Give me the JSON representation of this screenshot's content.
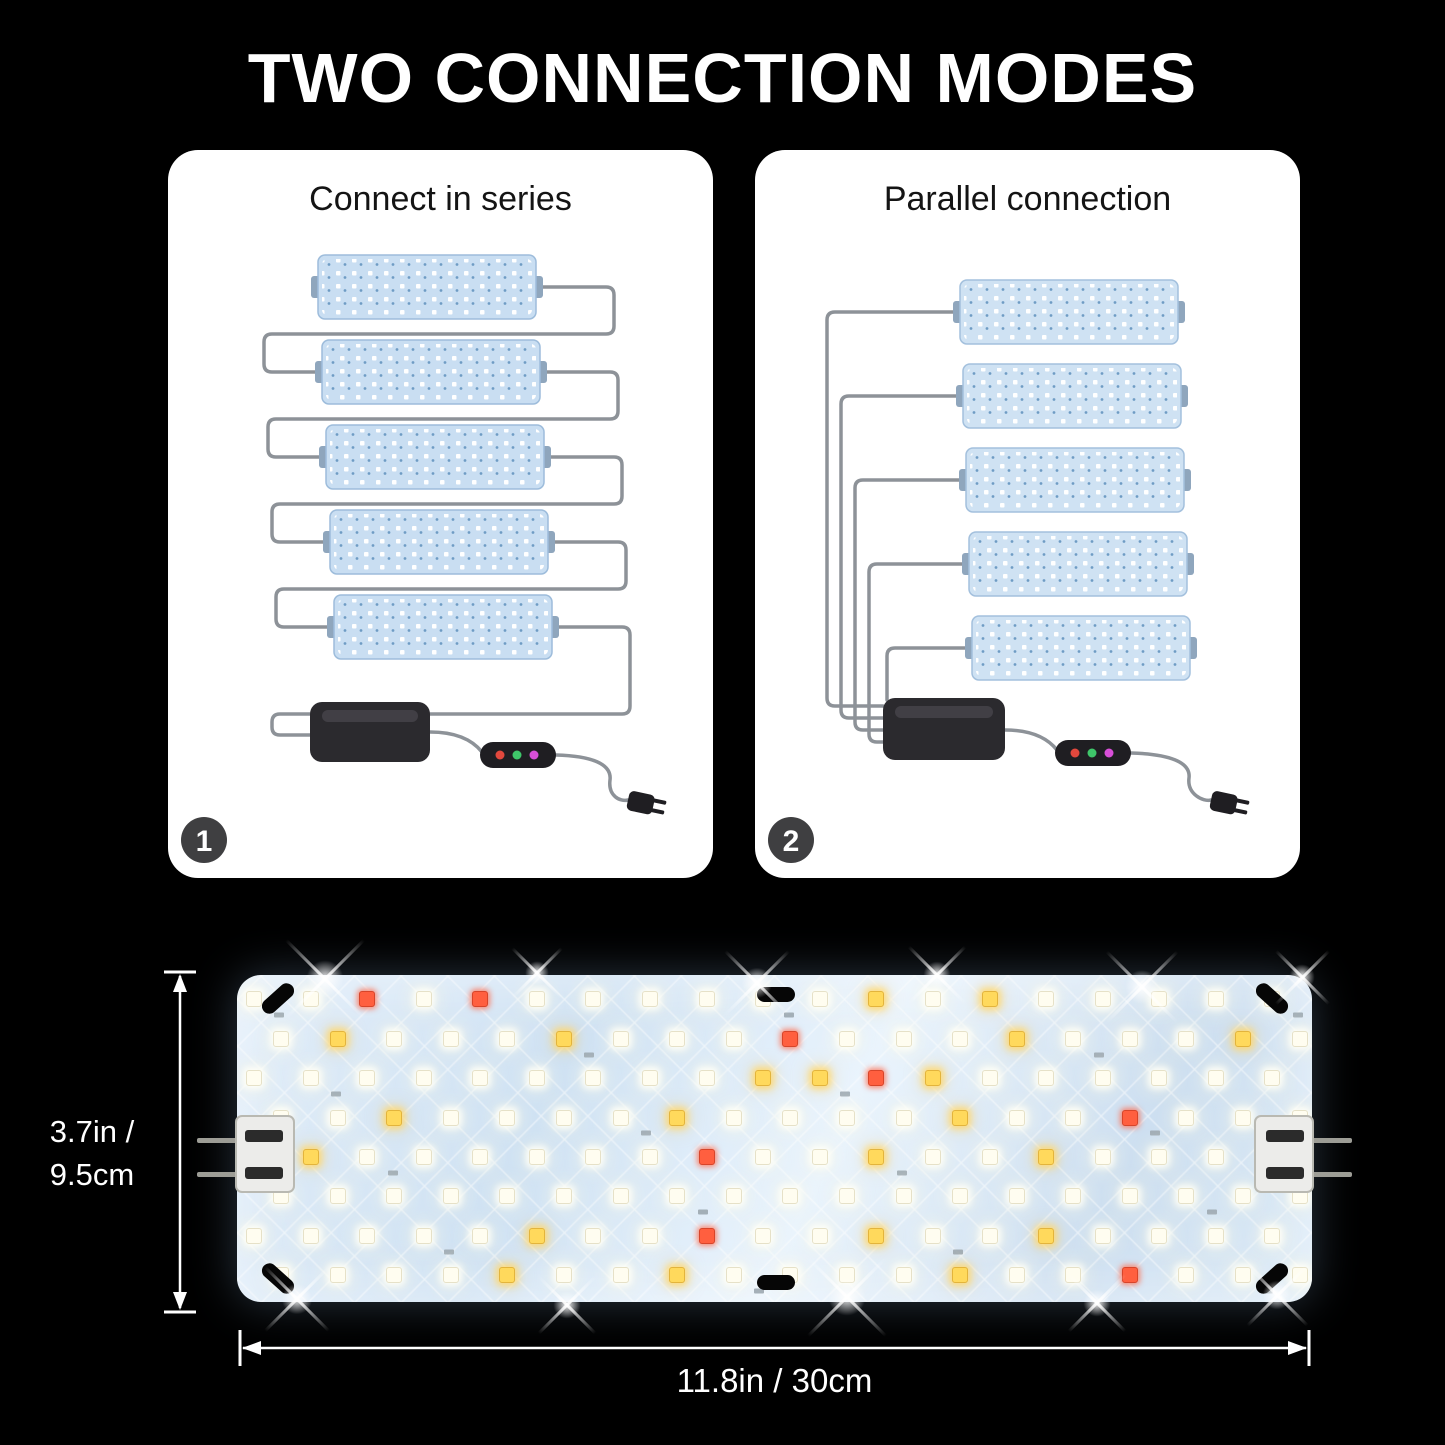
{
  "title": "TWO CONNECTION MODES",
  "cards": [
    {
      "heading": "Connect in series",
      "badge": "1",
      "panel_count": 5
    },
    {
      "heading": "Parallel connection",
      "badge": "2",
      "panel_count": 5
    }
  ],
  "panel_dimensions": {
    "height_line1": "3.7in /",
    "height_line2": "9.5cm",
    "width_label": "11.8in / 30cm"
  },
  "icons": {
    "power_adapter": "black-rounded-driver-box",
    "inline_controller": "dark-pill-with-red-green-pink-buttons",
    "power_plug": "two-prong-plug",
    "step_badge": "dark-circle-with-white-number"
  },
  "colors": {
    "background": "#000000",
    "card_background": "#ffffff",
    "title_text": "#ffffff",
    "heading_text": "#141414",
    "diagram_panel_blue": "#c9def2",
    "big_panel_blue": "#cfe3f4",
    "wire_gray": "#8d9298",
    "adapter_black": "#2b2a2e",
    "badge_gray": "#3f3f41",
    "led_white": "#fffdf0",
    "led_yellow": "#ffd95c",
    "led_red": "#ff5f3f",
    "controller_buttons": [
      "#e2483d",
      "#3fc66a",
      "#d84fd8"
    ]
  }
}
